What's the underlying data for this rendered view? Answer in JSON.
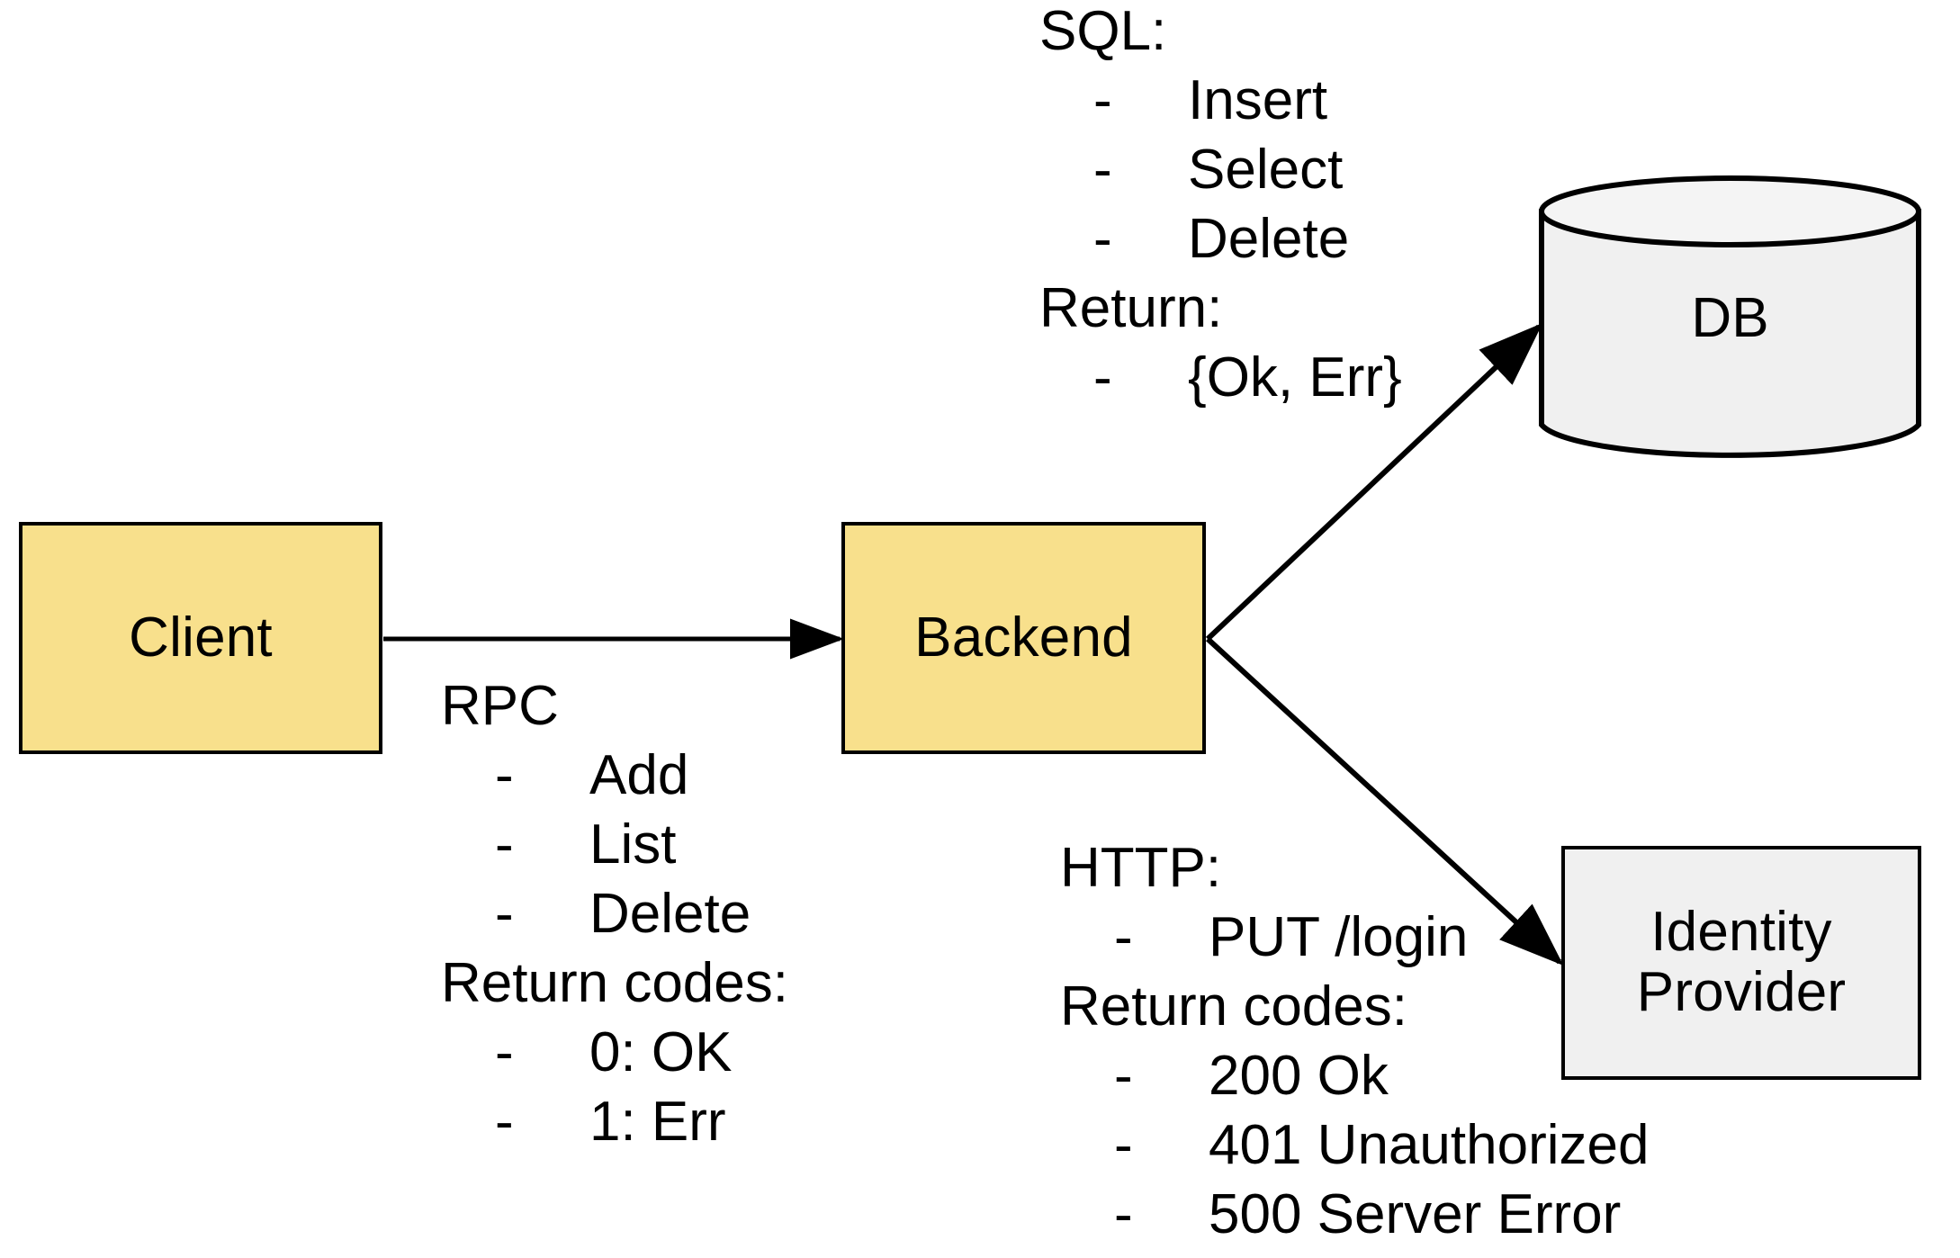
{
  "diagram": {
    "title": "Client / Backend / DB / Identity Provider architecture",
    "colors": {
      "service_fill": "#F8E08C",
      "store_fill": "#F0F0F0",
      "stroke": "#000000",
      "background": "#FFFFFF"
    },
    "nodes": [
      {
        "id": "client",
        "label": "Client",
        "shape": "rectangle",
        "fill": "#F8E08C"
      },
      {
        "id": "backend",
        "label": "Backend",
        "shape": "rectangle",
        "fill": "#F8E08C"
      },
      {
        "id": "db",
        "label": "DB",
        "shape": "cylinder",
        "fill": "#F0F0F0"
      },
      {
        "id": "idp",
        "label_line1": "Identity",
        "label_line2": "Provider",
        "shape": "rectangle",
        "fill": "#F0F0F0"
      }
    ],
    "edges": [
      {
        "id": "client-to-backend",
        "from": "client",
        "to": "backend",
        "annotation": "rpc"
      },
      {
        "id": "backend-to-db",
        "from": "backend",
        "to": "db",
        "annotation": "sql"
      },
      {
        "id": "backend-to-idp",
        "from": "backend",
        "to": "idp",
        "annotation": "http"
      }
    ],
    "annotations": {
      "sql": {
        "heading1": "SQL:",
        "items1": [
          "Insert",
          "Select",
          "Delete"
        ],
        "heading2": "Return:",
        "items2": [
          "{Ok, Err}"
        ],
        "bullet": "-"
      },
      "rpc": {
        "heading1": "RPC",
        "items1": [
          "Add",
          "List",
          "Delete"
        ],
        "heading2": "Return codes:",
        "items2": [
          "0: OK",
          "1: Err"
        ],
        "bullet": "-"
      },
      "http": {
        "heading1": "HTTP:",
        "items1": [
          "PUT /login"
        ],
        "heading2": "Return codes:",
        "items2": [
          "200 Ok",
          "401 Unauthorized",
          "500 Server Error"
        ],
        "bullet": "-"
      }
    }
  }
}
